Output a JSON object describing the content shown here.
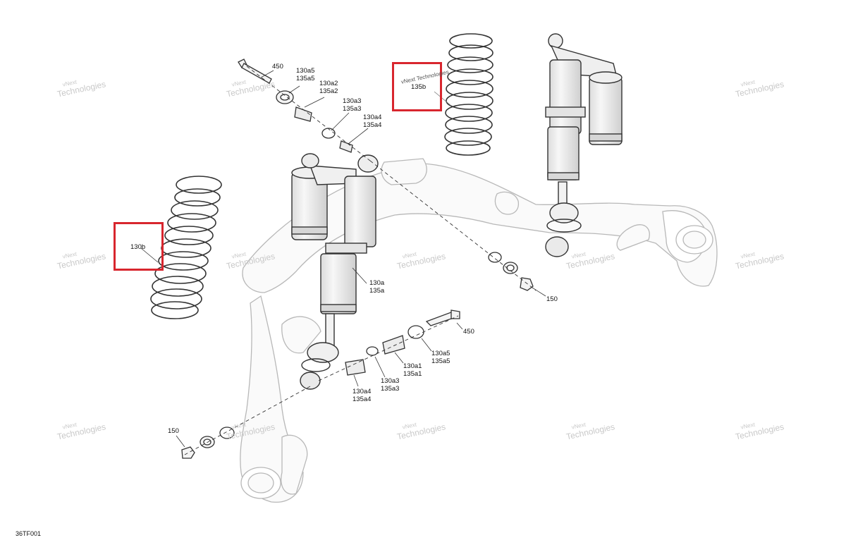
{
  "diagram": {
    "code": "36TF001",
    "watermark": {
      "line1": "vNext",
      "line2": "Technologies"
    },
    "watermark_inline": "vNext Technologies",
    "callouts": {
      "top_bolt_450": "450",
      "top_130a5": "130a5",
      "top_135a5": "135a5",
      "top_130a2": "130a2",
      "top_135a2": "135a2",
      "top_130a3": "130a3",
      "top_135a3": "135a3",
      "top_130a4": "130a4",
      "top_135a4": "135a4",
      "spring_135b": "135b",
      "spring_130b": "130b",
      "shock_130a": "130a",
      "shock_135a": "135a",
      "nut_150_right": "150",
      "bolt_450_right": "450",
      "low_130a5": "130a5",
      "low_135a5": "135a5",
      "low_130a1": "130a1",
      "low_135a1": "135a1",
      "low_130a3": "130a3",
      "low_135a3": "135a3",
      "low_130a4": "130a4",
      "low_135a4": "135a4",
      "nut_150_left": "150"
    },
    "highlight_color": "#d8262e",
    "line_color": "#222222",
    "frame_color": "#b5b5b5"
  }
}
